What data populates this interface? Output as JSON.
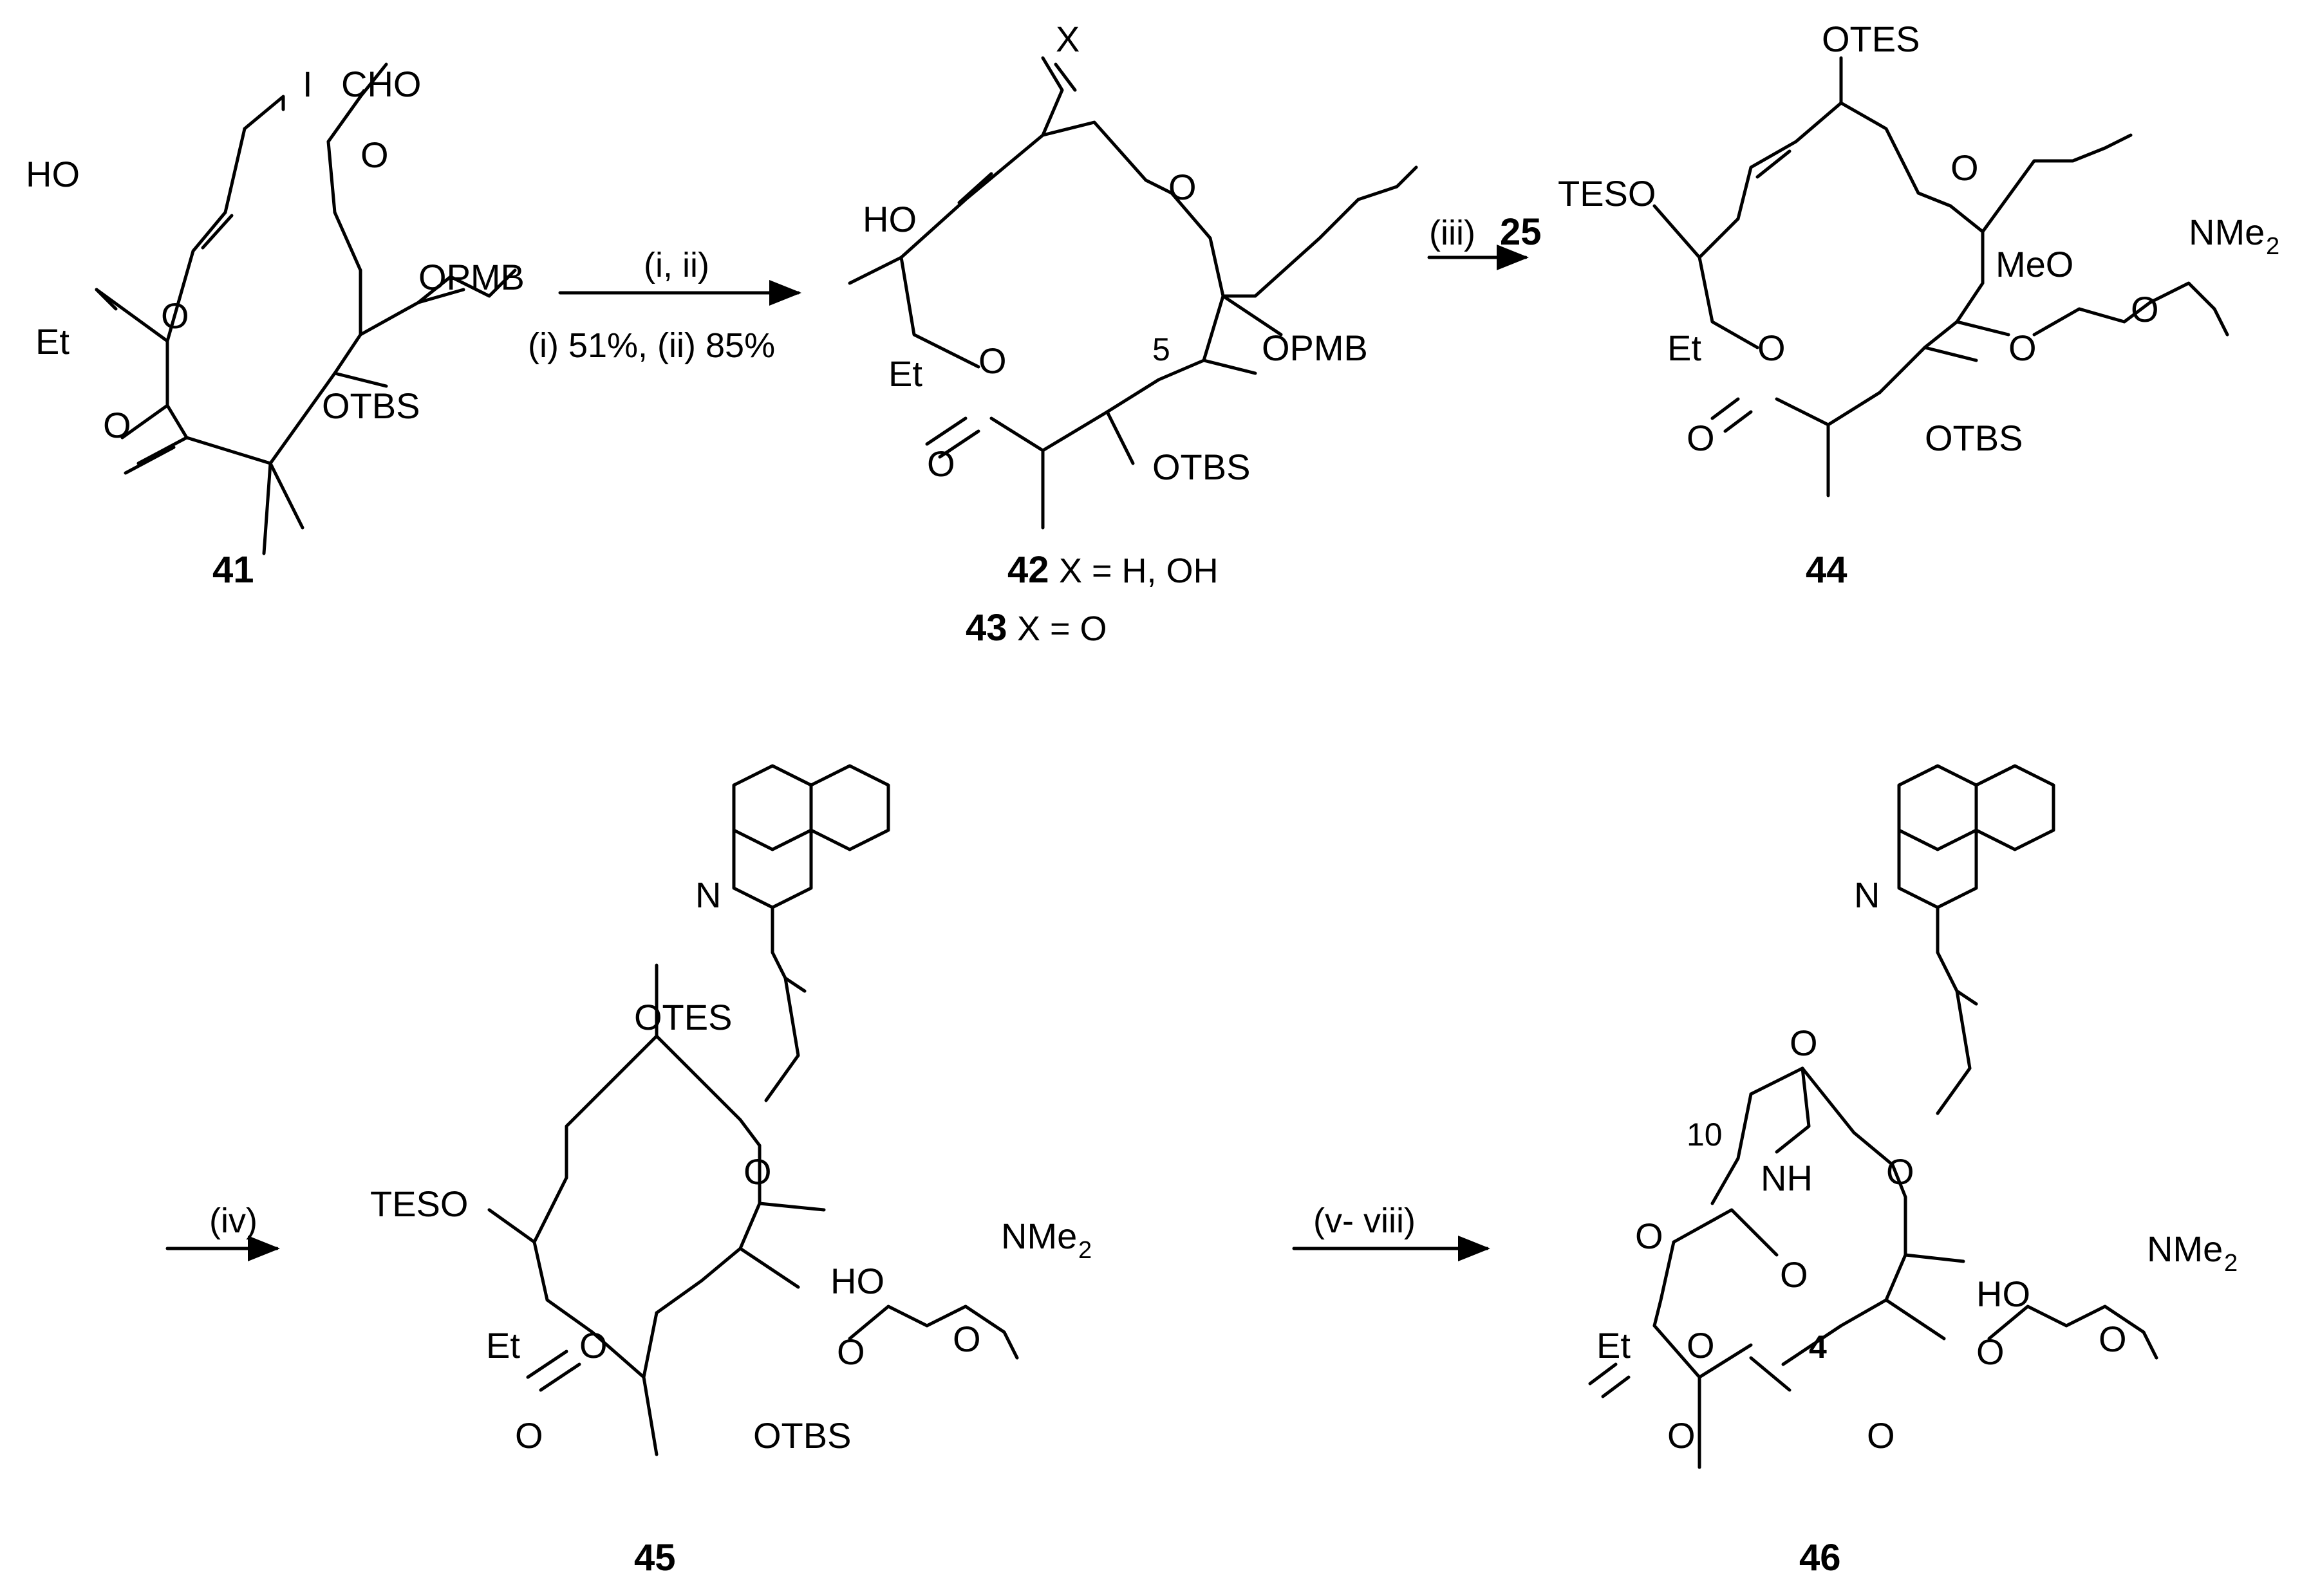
{
  "compounds": {
    "c41": {
      "label": "41"
    },
    "c42": {
      "label": "42",
      "desc": "X = H, OH"
    },
    "c43": {
      "label": "43",
      "desc": "X = O"
    },
    "c44": {
      "label": "44"
    },
    "c45": {
      "label": "45"
    },
    "c46": {
      "label": "46"
    }
  },
  "atoms": {
    "I": "I",
    "CHO": "CHO",
    "HO": "HO",
    "O": "O",
    "Et": "Et",
    "OPMB": "OPMB",
    "OTBS": "OTBS",
    "OTES": "OTES",
    "TESO": "TESO",
    "X": "X",
    "MeO": "MeO",
    "NMe": "NMe",
    "two": "2",
    "N": "N",
    "NH": "NH"
  },
  "locants": {
    "five": "5",
    "ten": "10",
    "four": "4"
  },
  "arrows": {
    "a1": {
      "top": "(i, ii)",
      "bottom": "(i) 51%, (ii) 85%"
    },
    "a2": {
      "top": "(iii)",
      "reagent": "25"
    },
    "a3": {
      "top": "(iv)"
    },
    "a4": {
      "top": "(v- viii)"
    }
  }
}
